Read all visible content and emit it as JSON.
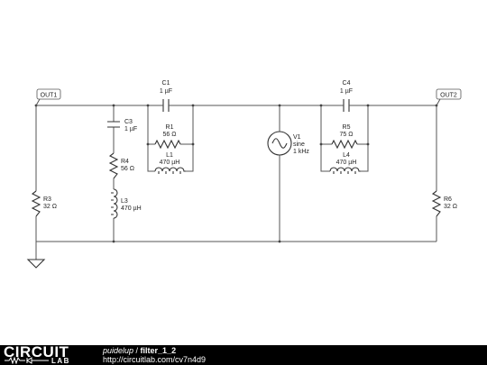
{
  "ports": {
    "out1": "OUT1",
    "out2": "OUT2"
  },
  "components": {
    "c1": {
      "name": "C1",
      "value": "1 µF"
    },
    "c3": {
      "name": "C3",
      "value": "1 µF"
    },
    "c4": {
      "name": "C4",
      "value": "1 µF"
    },
    "r1": {
      "name": "R1",
      "value": "56 Ω"
    },
    "l1": {
      "name": "L1",
      "value": "470 µH"
    },
    "r3": {
      "name": "R3",
      "value": "32 Ω"
    },
    "r4": {
      "name": "R4",
      "value": "56 Ω"
    },
    "l3": {
      "name": "L3",
      "value": "470 µH"
    },
    "r5": {
      "name": "R5",
      "value": "75 Ω"
    },
    "l4": {
      "name": "L4",
      "value": "470 µH"
    },
    "r6": {
      "name": "R6",
      "value": "32 Ω"
    },
    "v1": {
      "name": "V1",
      "type": "sine",
      "frequency": "1 kHz"
    }
  },
  "footer": {
    "logo_top": "CIRCUIT",
    "logo_bottom": "LAB",
    "user": "puidelup",
    "separator": " / ",
    "title": "filter_1_2",
    "url": "http://circuitlab.com/cv7n4d9"
  }
}
